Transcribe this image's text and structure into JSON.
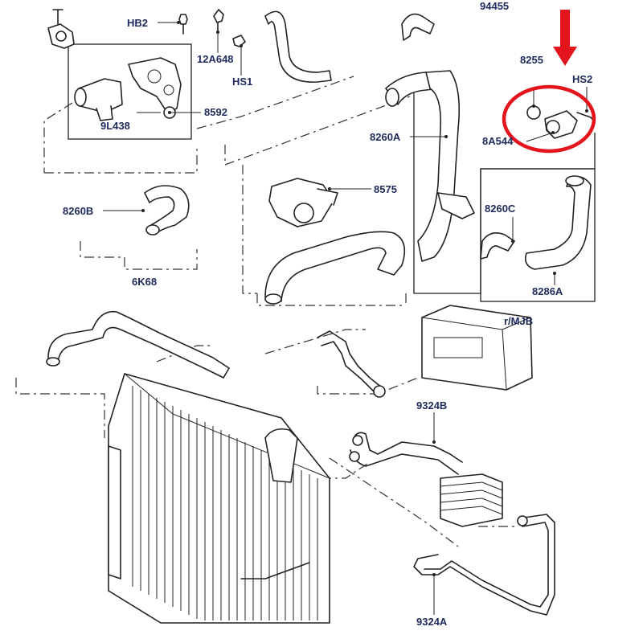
{
  "diagram": {
    "labels": {
      "hb2": "HB2",
      "l12a648": "12A648",
      "hs1": "HS1",
      "l8592": "8592",
      "l9l438": "9L438",
      "l8255": "8255",
      "hs2": "HS2",
      "l8260a": "8260A",
      "l8a544": "8A544",
      "l8575": "8575",
      "l8260b": "8260B",
      "l8260c": "8260C",
      "l8286a": "8286A",
      "l6k68": "6K68",
      "lmjb": "r/MJB",
      "l9324b": "9324B",
      "l9324a": "9324A",
      "top_cut": "94455"
    },
    "colors": {
      "highlight": "#e3141b",
      "label": "#1f2a5c",
      "line": "#222222"
    },
    "icons": {
      "arrow": "red-down-arrow-icon",
      "circle": "red-highlight-circle"
    }
  }
}
